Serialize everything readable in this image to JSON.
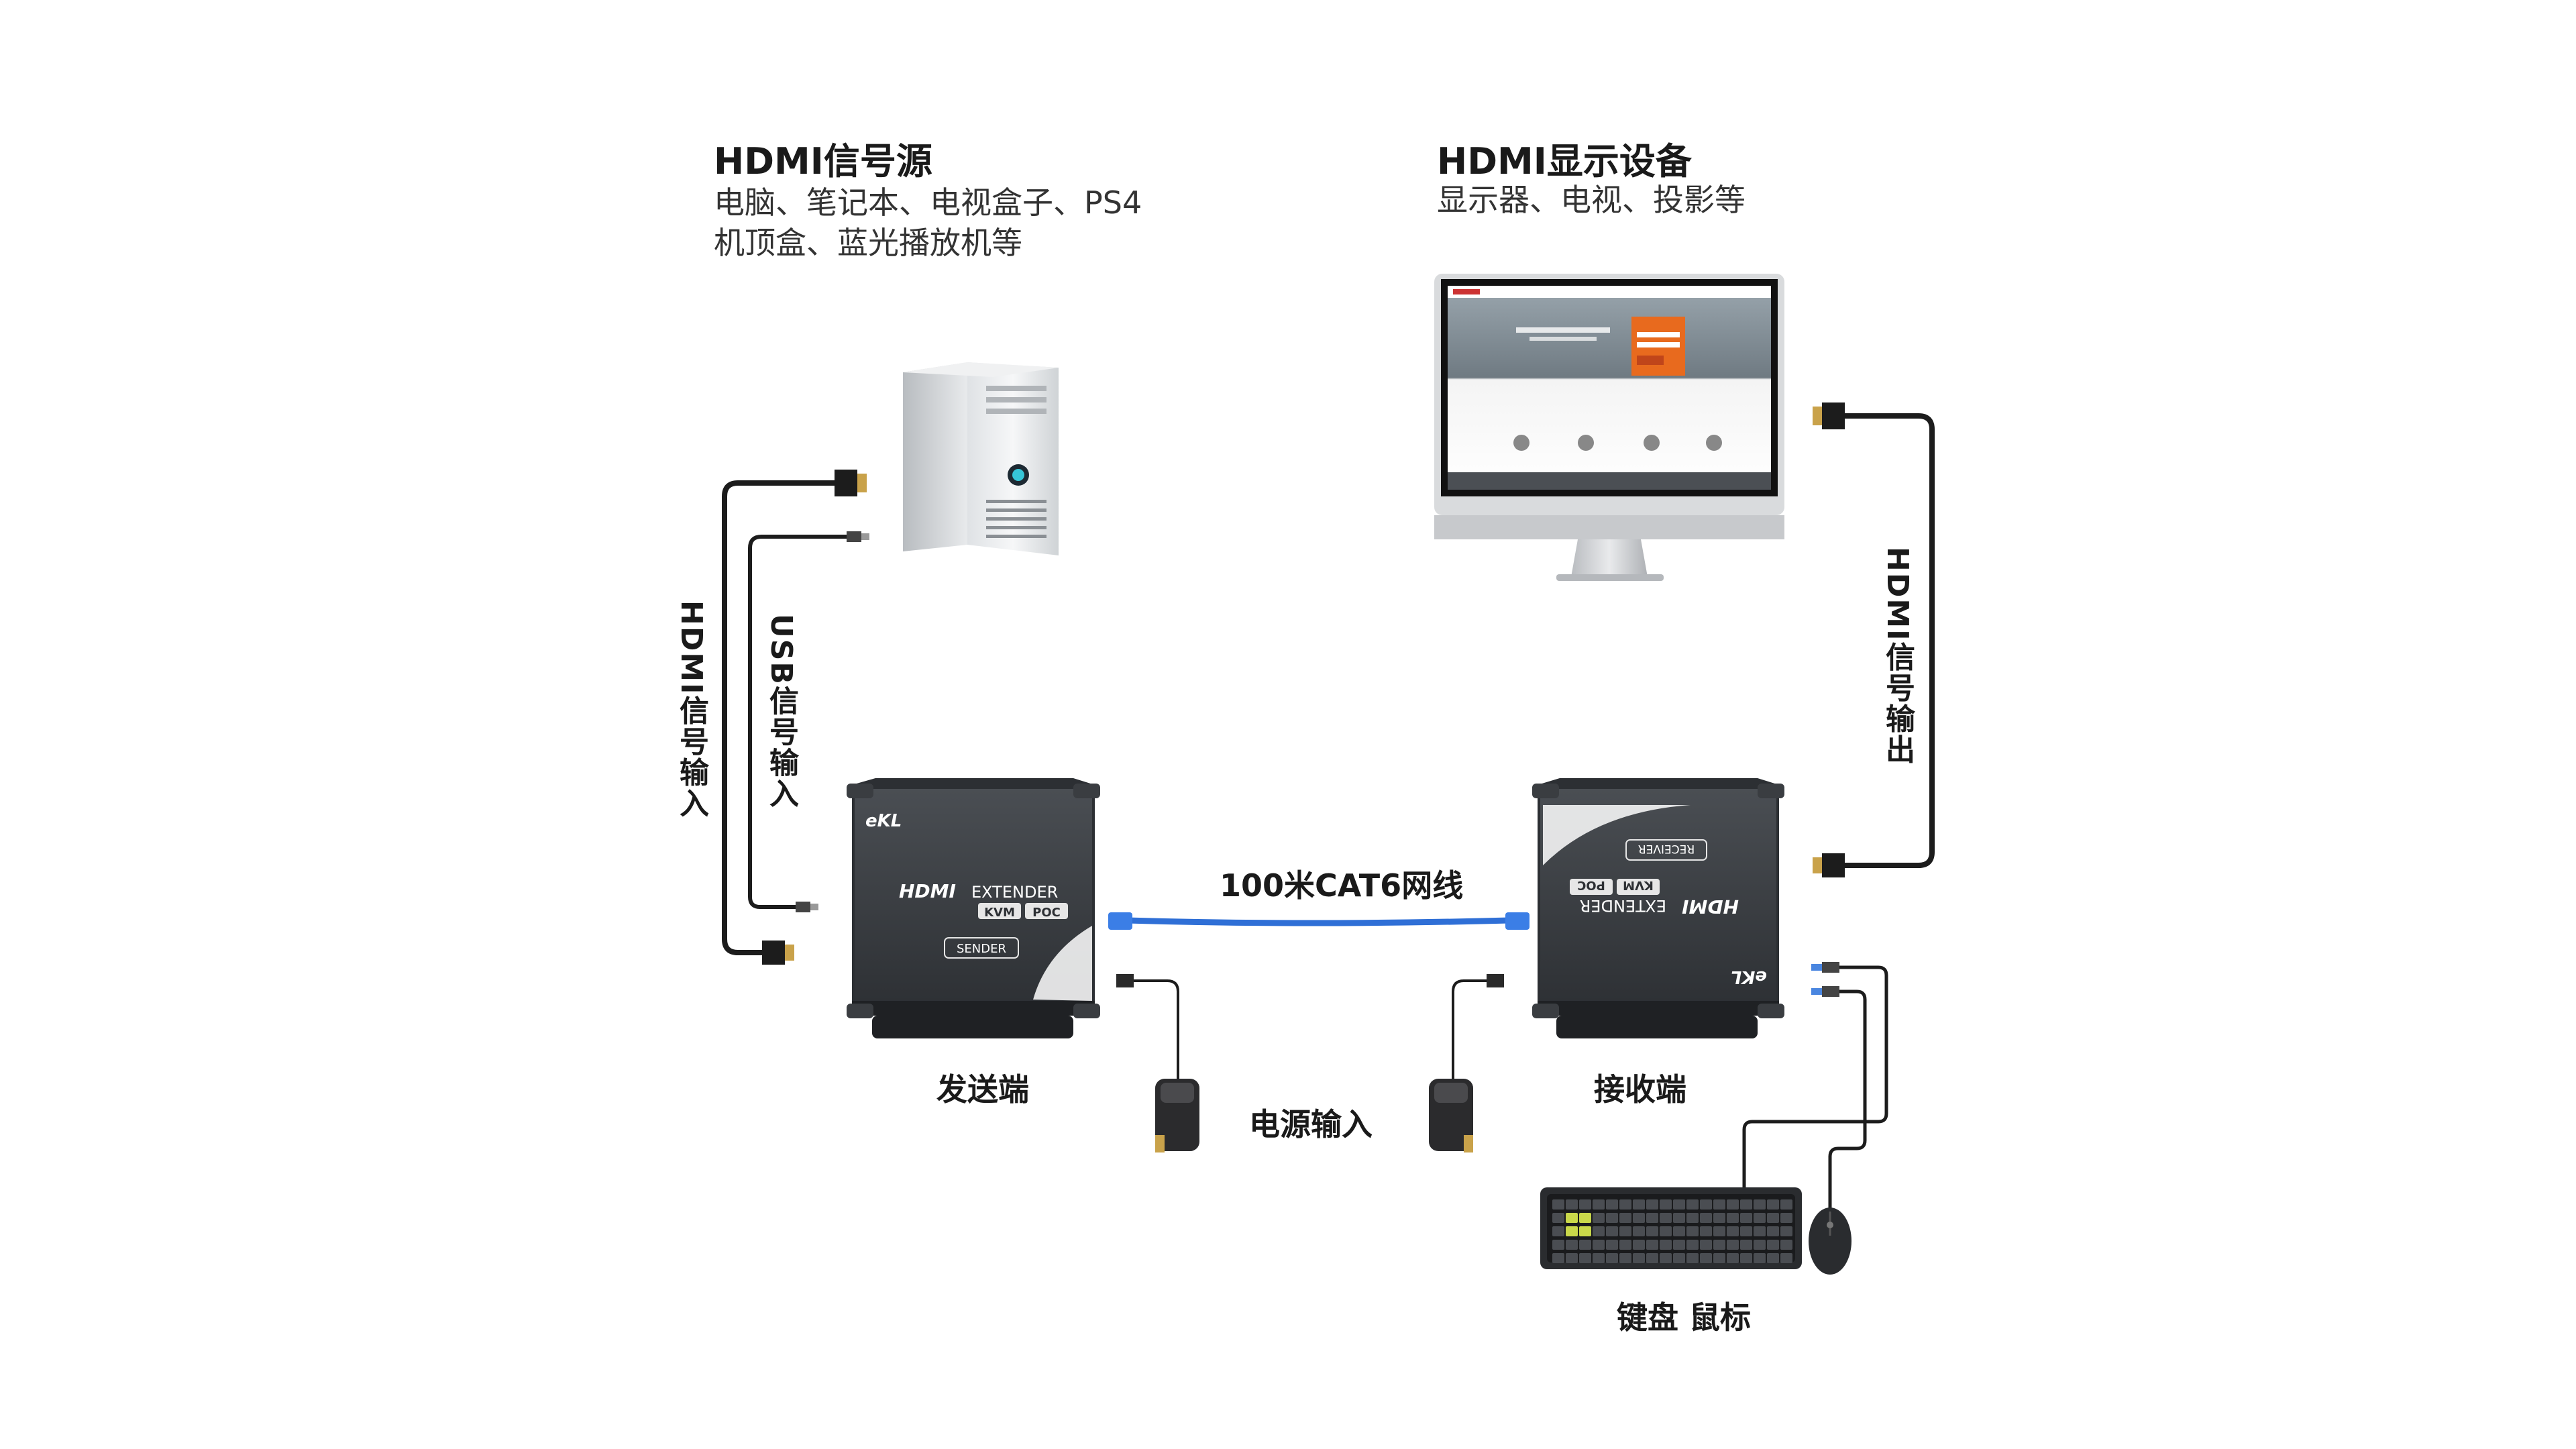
{
  "source": {
    "title": "HDMI信号源",
    "desc_line1": "电脑、笔记本、电视盒子、PS4",
    "desc_line2": "机顶盒、蓝光播放机等"
  },
  "display": {
    "title": "HDMI显示设备",
    "desc": "显示器、电视、投影等"
  },
  "cables": {
    "hdmi_in": "HDMI信号输入",
    "usb_in": "USB信号输入",
    "hdmi_out": "HDMI信号输出",
    "network": "100米CAT6网线",
    "power": "电源输入"
  },
  "sender": {
    "label": "发送端",
    "brand": "eKL",
    "model_hdmi": "HDMI",
    "model_ext": "EXTENDER",
    "tag_kvm": "KVM",
    "tag_poc": "POC",
    "role": "SENDER"
  },
  "receiver": {
    "label": "接收端",
    "brand": "eKL",
    "model_hdmi": "HDMI",
    "model_ext": "EXTENDER",
    "tag_kvm": "KVM",
    "tag_poc": "POC",
    "role": "RECEIVER"
  },
  "peripherals": {
    "label": "键盘 鼠标"
  },
  "colors": {
    "device_body": "#3a3d41",
    "cable_black": "#1c1c1c",
    "cable_blue": "#2f6fd6",
    "connector_gold": "#c9a24a"
  }
}
